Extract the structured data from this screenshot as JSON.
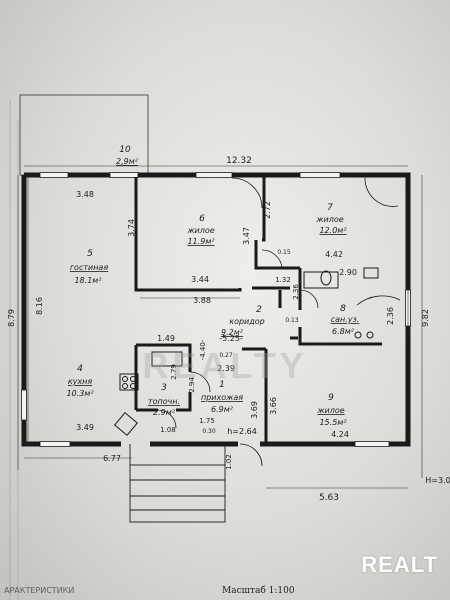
{
  "rooms": [
    {
      "number": "10",
      "area": "2,9м²"
    },
    {
      "number": "6",
      "name": "жилое",
      "area": "11.9м²"
    },
    {
      "number": "7",
      "name": "жилое",
      "area": "12.0м²"
    },
    {
      "number": "5",
      "name": "гостиная",
      "area": "18.1м²"
    },
    {
      "number": "2",
      "name": "коридор",
      "area": "9.2м²"
    },
    {
      "number": "8",
      "name": "сан.уз.",
      "area": "6.8м²"
    },
    {
      "number": "4",
      "name": "кухня",
      "area": "10.3м²"
    },
    {
      "number": "3",
      "name": "топочн.",
      "area": "2.9м²"
    },
    {
      "number": "1",
      "name": "прихожая",
      "area": "6.9м²"
    },
    {
      "number": "9",
      "name": "жилое",
      "area": "15.5м²"
    }
  ],
  "dimensions": {
    "top_total": "12.32",
    "d_3_48": "3.48",
    "d_3_74": "3.74",
    "d_3_47": "3.47",
    "d_2_72": "2.72",
    "d_4_42": "4.42",
    "d_0_15": "0.15",
    "d_1_32": "1.32",
    "d_2_90": "2.90",
    "d_3_44": "3.44",
    "d_3_88": "3.88",
    "d_2_36a": "2.36",
    "d_2_36b": "2.36",
    "d_0_13": "0.13",
    "d_8_16": "8.16",
    "d_8_79": "8.79",
    "d_9_82": "9.82",
    "d_1_49": "1.49",
    "d_5_25": "-5.25-",
    "d_4_40": "-4.40-",
    "d_0_27": "0.27",
    "d_2_39": "2.39",
    "d_2_79": "2.79",
    "d_2_94": "2.94",
    "d_3_69": "3.69",
    "d_3_66": "3.66",
    "d_3_49": "3.49",
    "d_1_08": "1.08",
    "d_1_75": "1.75",
    "d_0_30": "0.30",
    "d_h": "h=2.64",
    "d_4_24": "4.24",
    "d_6_77": "6.77",
    "d_1_02": "1.02",
    "d_5_63": "5.63",
    "d_H": "H=3.0"
  },
  "footer": {
    "scale": "Масштаб 1:100",
    "fragment": "АРАКТЕРИСТИКИ"
  },
  "watermarks": {
    "center": "REALTY",
    "corner": "REALT"
  }
}
